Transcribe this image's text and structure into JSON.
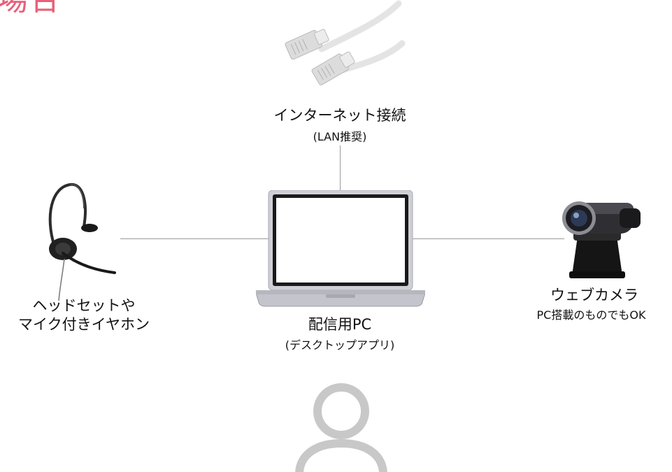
{
  "heading": {
    "text": "場合",
    "color": "#e8607a"
  },
  "network": {
    "label": "インターネット接続",
    "sublabel": "(LAN推奨)",
    "icon": "ethernet-cable-icon"
  },
  "headset": {
    "label_line1": "ヘッドセットや",
    "label_line2": "マイク付きイヤホン",
    "icon": "headset-icon"
  },
  "laptop": {
    "label": "配信用PC",
    "sublabel": "(デスクトップアプリ)",
    "icon": "laptop-icon"
  },
  "webcam": {
    "label": "ウェブカメラ",
    "sublabel": "PC搭載のものでもOK",
    "icon": "webcam-icon"
  },
  "user": {
    "icon": "user-icon",
    "color": "#c8c8c8"
  },
  "connector_color": "#9a9a9a"
}
